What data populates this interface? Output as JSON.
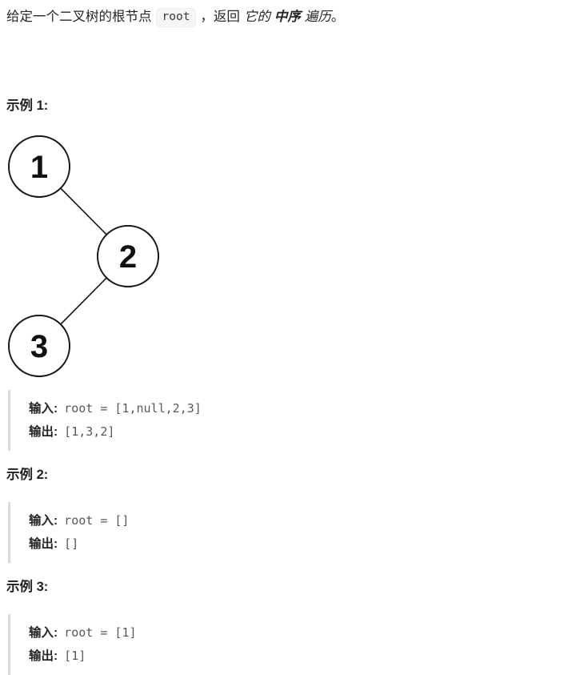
{
  "description": {
    "part1": "给定一个二叉树的根节点",
    "inline_code": "root",
    "part2": "，返回",
    "emphasis1": "它的",
    "emphasis_strong": "中序",
    "emphasis2": "遍历",
    "part3": "。"
  },
  "examples": [
    {
      "heading": "示例 1:",
      "input_label": "输入:",
      "input_value": "root = [1,null,2,3]",
      "output_label": "输出:",
      "output_value": "[1,3,2]"
    },
    {
      "heading": "示例 2:",
      "input_label": "输入:",
      "input_value": "root = []",
      "output_label": "输出:",
      "output_value": "[]"
    },
    {
      "heading": "示例 3:",
      "input_label": "输入:",
      "input_value": "root = [1]",
      "output_label": "输出:",
      "output_value": "[1]"
    }
  ],
  "tree": {
    "nodes": [
      {
        "label": "1"
      },
      {
        "label": "2"
      },
      {
        "label": "3"
      }
    ],
    "edges": [
      "1-2",
      "2-3"
    ]
  },
  "colors": {
    "text": "#262626",
    "mono_value_text": "#595959",
    "example_border": "#d9d9d9",
    "badge_background": "#f5f5f6",
    "node_stroke": "#171717"
  }
}
